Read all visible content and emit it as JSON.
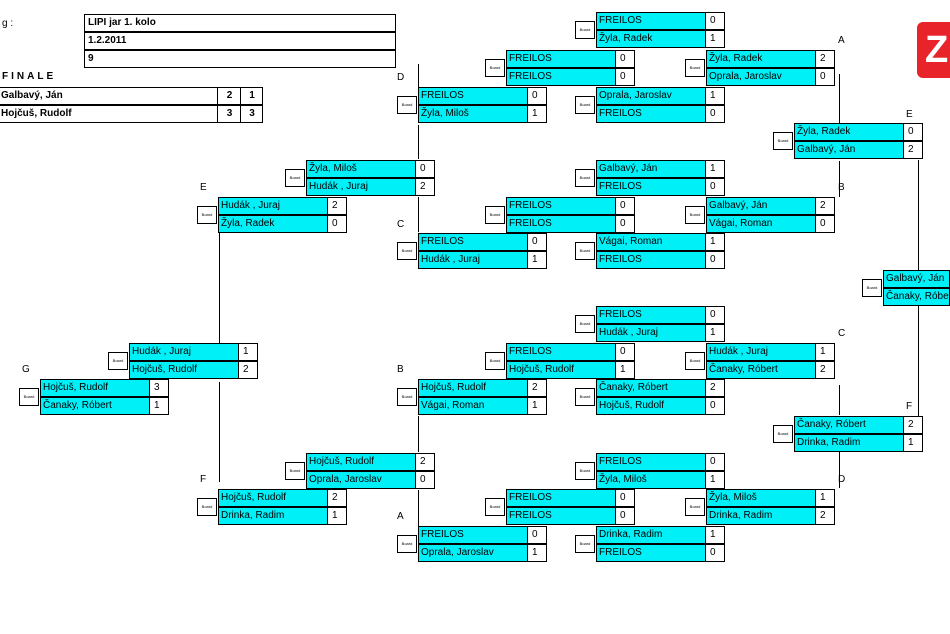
{
  "header": {
    "label_prefix": "g :",
    "rows": [
      "LIPI jar 1. kolo",
      "1.2.2011",
      "9"
    ]
  },
  "finale": {
    "title": "FINALE",
    "rows": [
      {
        "name": "Galbavý, Ján",
        "s1": "2",
        "s2": "1"
      },
      {
        "name": "Hojčuš, Rudolf",
        "s1": "3",
        "s2": "3"
      }
    ]
  },
  "board_text": "Board",
  "labels": [
    {
      "id": "A",
      "text": "A"
    },
    {
      "id": "D",
      "text": "D"
    },
    {
      "id": "E",
      "text": "E"
    },
    {
      "id": "B",
      "text": "B"
    },
    {
      "id": "C",
      "text": "C"
    },
    {
      "id": "G",
      "text": "G"
    },
    {
      "id": "F",
      "text": "F"
    }
  ],
  "matches": [
    {
      "p1": "FREILOS",
      "s1": "0",
      "p2": "Žyla, Radek",
      "s2": "1"
    },
    {
      "p1": "FREILOS",
      "s1": "0",
      "p2": "FREILOS",
      "s2": "0"
    },
    {
      "p1": "Žyla, Radek",
      "s1": "2",
      "p2": "Oprala, Jaroslav",
      "s2": "0"
    },
    {
      "p1": "FREILOS",
      "s1": "0",
      "p2": "Žyla, Miloš",
      "s2": "1"
    },
    {
      "p1": "Oprala, Jaroslav",
      "s1": "1",
      "p2": "FREILOS",
      "s2": "0"
    },
    {
      "p1": "Žyla, Radek",
      "s1": "0",
      "p2": "Galbavý, Ján",
      "s2": "2"
    },
    {
      "p1": "Žyla, Miloš",
      "s1": "0",
      "p2": "Hudák , Juraj",
      "s2": "2"
    },
    {
      "p1": "Galbavý, Ján",
      "s1": "1",
      "p2": "FREILOS",
      "s2": "0"
    },
    {
      "p1": "Hudák , Juraj",
      "s1": "2",
      "p2": "Žyla, Radek",
      "s2": "0"
    },
    {
      "p1": "FREILOS",
      "s1": "0",
      "p2": "FREILOS",
      "s2": "0"
    },
    {
      "p1": "Galbavý, Ján",
      "s1": "2",
      "p2": "Vágai, Roman",
      "s2": "0"
    },
    {
      "p1": "FREILOS",
      "s1": "0",
      "p2": "Hudák , Juraj",
      "s2": "1"
    },
    {
      "p1": "Vágai, Roman",
      "s1": "1",
      "p2": "FREILOS",
      "s2": "0"
    },
    {
      "p1": "Galbavý, Ján",
      "s1": "",
      "p2": "Čanaky, Róbert",
      "s2": ""
    },
    {
      "p1": "FREILOS",
      "s1": "0",
      "p2": "Hudák , Juraj",
      "s2": "1"
    },
    {
      "p1": "Hudák , Juraj",
      "s1": "1",
      "p2": "Hojčuš, Rudolf",
      "s2": "2"
    },
    {
      "p1": "FREILOS",
      "s1": "0",
      "p2": "Hojčuš, Rudolf",
      "s2": "1"
    },
    {
      "p1": "Hudák , Juraj",
      "s1": "1",
      "p2": "Čanaky, Róbert",
      "s2": "2"
    },
    {
      "p1": "Hojčuš, Rudolf",
      "s1": "3",
      "p2": "Čanaky, Róbert",
      "s2": "1"
    },
    {
      "p1": "Hojčuš, Rudolf",
      "s1": "2",
      "p2": "Vágai, Roman",
      "s2": "1"
    },
    {
      "p1": "Čanaky, Róbert",
      "s1": "2",
      "p2": "Hojčuš, Rudolf",
      "s2": "0"
    },
    {
      "p1": "Čanaky, Róbert",
      "s1": "2",
      "p2": "Drinka, Radim",
      "s2": "1"
    },
    {
      "p1": "Hojčuš, Rudolf",
      "s1": "2",
      "p2": "Oprala, Jaroslav",
      "s2": "0"
    },
    {
      "p1": "FREILOS",
      "s1": "0",
      "p2": "Žyla, Miloš",
      "s2": "1"
    },
    {
      "p1": "Hojčuš, Rudolf",
      "s1": "2",
      "p2": "Drinka, Radim",
      "s2": "1"
    },
    {
      "p1": "FREILOS",
      "s1": "0",
      "p2": "FREILOS",
      "s2": "0"
    },
    {
      "p1": "Žyla, Miloš",
      "s1": "1",
      "p2": "Drinka, Radim",
      "s2": "2"
    },
    {
      "p1": "FREILOS",
      "s1": "0",
      "p2": "Oprala, Jaroslav",
      "s2": "1"
    },
    {
      "p1": "Drinka, Radim",
      "s1": "1",
      "p2": "FREILOS",
      "s2": "0"
    }
  ],
  "logo": {
    "text": "Z",
    "color": "#e8232a"
  },
  "colors": {
    "cell_fill": "#00f0f8"
  }
}
